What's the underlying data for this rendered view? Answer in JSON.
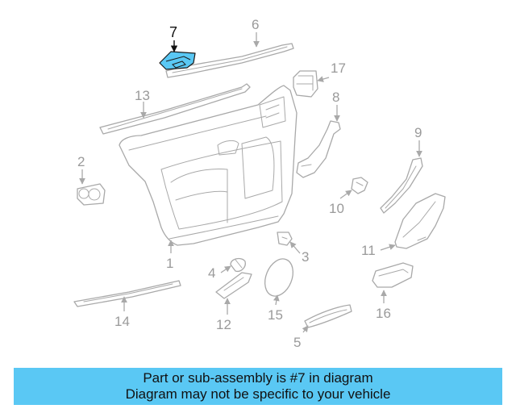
{
  "callouts": {
    "n1": "1",
    "n2": "2",
    "n3": "3",
    "n4": "4",
    "n5": "5",
    "n6": "6",
    "n7": "7",
    "n8": "8",
    "n9": "9",
    "n10": "10",
    "n11": "11",
    "n12": "12",
    "n13": "13",
    "n14": "14",
    "n15": "15",
    "n16": "16",
    "n17": "17"
  },
  "highlight": {
    "part": "7",
    "color": "#5ac8f4"
  },
  "banner": {
    "line1": "Part or sub-assembly is #7 in diagram",
    "line2": "Diagram may not be specific to your vehicle",
    "color": "#5ac8f4"
  }
}
